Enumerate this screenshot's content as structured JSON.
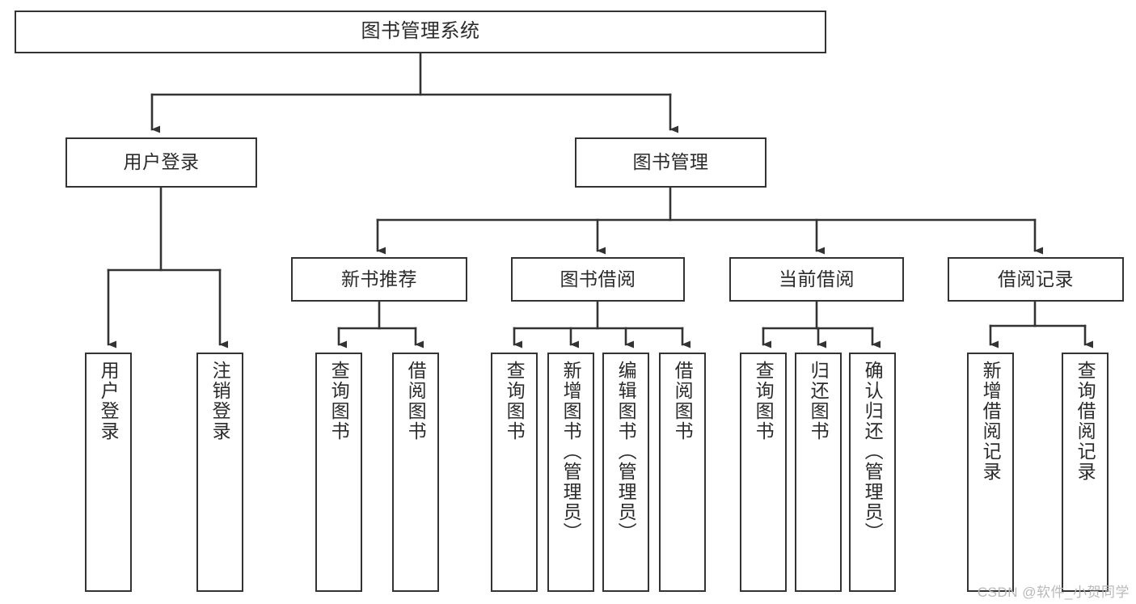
{
  "diagram": {
    "title": "图书管理系统",
    "type": "tree-hierarchy",
    "watermark": "CSDN @软件_小贺同学",
    "theme": {
      "background": "#ffffff",
      "box_border": "#333333",
      "box_fill": "#ffffff",
      "text": "#2b2b2b",
      "edge": "#333333",
      "watermark": "#b9b9b9"
    },
    "nodes": {
      "root": {
        "label": "图书管理系统",
        "level": 1,
        "orientation": "horizontal"
      },
      "l2": [
        {
          "id": "user-login",
          "label": "用户登录",
          "level": 2,
          "orientation": "horizontal"
        },
        {
          "id": "book-manage",
          "label": "图书管理",
          "level": 2,
          "orientation": "horizontal"
        }
      ],
      "l3": [
        {
          "id": "new-book-recommend",
          "label": "新书推荐",
          "level": 3,
          "orientation": "horizontal"
        },
        {
          "id": "book-borrow",
          "label": "图书借阅",
          "level": 3,
          "orientation": "horizontal"
        },
        {
          "id": "current-borrow",
          "label": "当前借阅",
          "level": 3,
          "orientation": "horizontal"
        },
        {
          "id": "borrow-record",
          "label": "借阅记录",
          "level": 3,
          "orientation": "horizontal"
        }
      ],
      "leaves": {
        "user_login": [
          {
            "id": "leaf-user-login",
            "label": "用户登录"
          },
          {
            "id": "leaf-user-logout",
            "label": "注销登录"
          }
        ],
        "new_book_recommend": [
          {
            "id": "leaf-query-book-1",
            "label": "查询图书"
          },
          {
            "id": "leaf-borrow-book-1",
            "label": "借阅图书"
          }
        ],
        "book_borrow": [
          {
            "id": "leaf-query-book-2",
            "label": "查询图书"
          },
          {
            "id": "leaf-add-book",
            "label": "新增图书（管理员）"
          },
          {
            "id": "leaf-edit-book",
            "label": "编辑图书（管理员）"
          },
          {
            "id": "leaf-borrow-book-2",
            "label": "借阅图书"
          }
        ],
        "current_borrow": [
          {
            "id": "leaf-query-book-3",
            "label": "查询图书"
          },
          {
            "id": "leaf-return-book",
            "label": "归还图书"
          },
          {
            "id": "leaf-confirm-return",
            "label": "确认归还（管理员）"
          }
        ],
        "borrow_record": [
          {
            "id": "leaf-add-record",
            "label": "新增借阅记录"
          },
          {
            "id": "leaf-query-record",
            "label": "查询借阅记录"
          }
        ]
      }
    }
  }
}
